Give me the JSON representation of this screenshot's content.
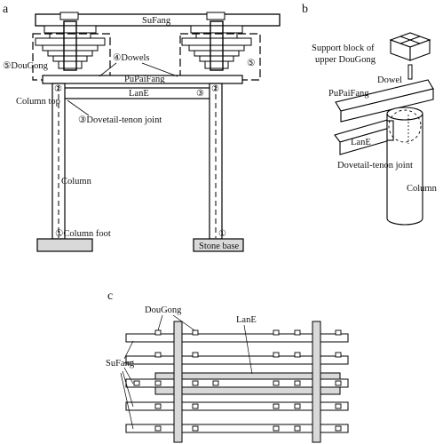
{
  "panels": {
    "a": {
      "panel_label": "a",
      "labels": {
        "sufang": "SuFang",
        "pupaifang": "PuPaiFang",
        "lane": "LanE",
        "dowels": "④Dowels",
        "dougong": "⑤DouGong",
        "dougong_right_marker": "⑤",
        "column_top": "Column top",
        "dovetail": "③Dovetail-tenon joint",
        "column": "Column",
        "column_foot": "①Column foot",
        "stone_base": "Stone base",
        "marker_2_left": "②",
        "marker_2_right": "②",
        "marker_3": "③",
        "marker_1_right": "①"
      }
    },
    "b": {
      "panel_label": "b",
      "labels": {
        "support_block_line1": "Support block of",
        "support_block_line2": "upper DouGong",
        "dowel": "Dowel",
        "pupaifang": "PuPaiFang",
        "lane": "LanE",
        "dovetail": "Dovetail-tenon joint",
        "column": "Column"
      }
    },
    "c": {
      "panel_label": "c",
      "labels": {
        "dougong": "DouGong",
        "lane": "LanE",
        "sufang": "SuFang"
      }
    }
  }
}
